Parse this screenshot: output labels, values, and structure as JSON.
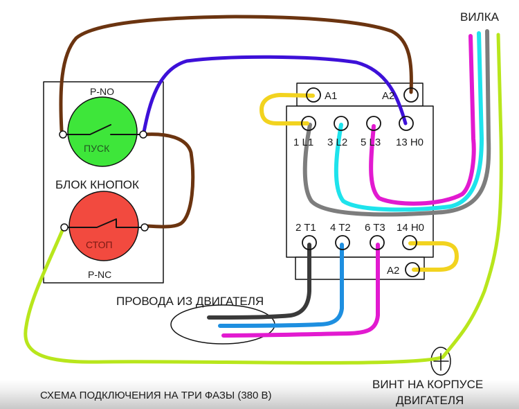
{
  "title_caption": "СХЕМА ПОДКЛЮЧЕНИЯ НА ТРИ ФАЗЫ (380 В)",
  "plug_label": "ВИЛКА",
  "motor_wires_label": "ПРОВОДА ИЗ ДВИГАТЕЛЯ",
  "ground_screw_label_line1": "ВИНТ НА КОРПУСЕ",
  "ground_screw_label_line2": "ДВИГАТЕЛЯ",
  "button_block": {
    "label": "БЛОК КНОПОК",
    "start": {
      "name": "ПУСК",
      "type_label": "P-NO",
      "color": "#3ee63a"
    },
    "stop": {
      "name": "СТОП",
      "type_label": "P-NC",
      "color": "#f24a3f"
    }
  },
  "contactor": {
    "coil_top": {
      "a1": "A1",
      "a2": "A2"
    },
    "input_terminals": [
      "1 L1",
      "3 L2",
      "5 L3",
      "13 H0"
    ],
    "output_terminals": [
      "2 T1",
      "4 T2",
      "6 T3",
      "14 H0"
    ],
    "coil_bottom": {
      "a2": "A2"
    }
  },
  "wire_colors": {
    "brown": "#6b3410",
    "blue_violet": "#3d10d8",
    "yellow": "#f2d31f",
    "gray": "#7d7d7d",
    "cyan": "#1ee3ec",
    "magenta": "#e21ad0",
    "black": "#3a3a3a",
    "blue": "#1e8fe0",
    "ground": "#b8e61c"
  }
}
